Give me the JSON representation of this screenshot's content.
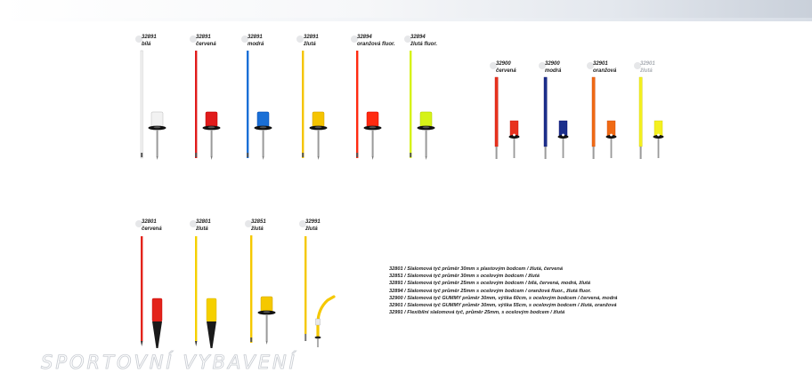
{
  "products": [
    {
      "code": "32891",
      "color": "bílá",
      "hex": "#f2f2f2"
    },
    {
      "code": "32891",
      "color": "červená",
      "hex": "#e01b1b"
    },
    {
      "code": "32891",
      "color": "modrá",
      "hex": "#1a6fd6"
    },
    {
      "code": "32891",
      "color": "žlutá",
      "hex": "#f5c400"
    },
    {
      "code": "32894",
      "color": "oranžová fluor.",
      "hex": "#ff2a10"
    },
    {
      "code": "32894",
      "color": "žlutá fluor.",
      "hex": "#d6f218"
    },
    {
      "code": "32900",
      "color": "červená",
      "hex": "#e8321e"
    },
    {
      "code": "32900",
      "color": "modrá",
      "hex": "#1c2f8c"
    },
    {
      "code": "32901",
      "color": "oranžová",
      "hex": "#f06a14"
    },
    {
      "code": "32901",
      "color": "žlutá",
      "hex": "#f4f020"
    },
    {
      "code": "32801",
      "color": "červená",
      "hex": "#e3231b"
    },
    {
      "code": "32801",
      "color": "žlutá",
      "hex": "#f5d000"
    },
    {
      "code": "32851",
      "color": "žlutá",
      "hex": "#f5c800"
    },
    {
      "code": "32991",
      "color": "žlutá",
      "hex": "#f5c800"
    }
  ],
  "descriptions": [
    "32801 / Slalomová tyč průměr 30mm s plastovým bodcem / žlutá, červená",
    "32851 / Slalomová tyč průměr 30mm s ocelovým bodcem / žlutá",
    "32891 / Slalomová tyč průměr 25mm s ocelovým bodcem / bílá, červená, modrá, žlutá",
    "32894 / Slalomová tyč průměr 25mm s ocelovým bodcem / oranžová fluor., žlutá fluor.",
    "32900 / Slalomová tyč GUMMY průměr 30mm, výška 60cm, s ocelovým bodcem / červená, modrá",
    "32901 / Slalomová tyč GUMMY průměr 30mm, výška 55cm, s ocelovým bodcem / žlutá, oranžová",
    "32991 / Flexibilní slalomová tyč, průměr 25mm, s ocelovým bodcem / žlutá"
  ],
  "brand": "SPORTOVNÍ VYBAVENÍ"
}
